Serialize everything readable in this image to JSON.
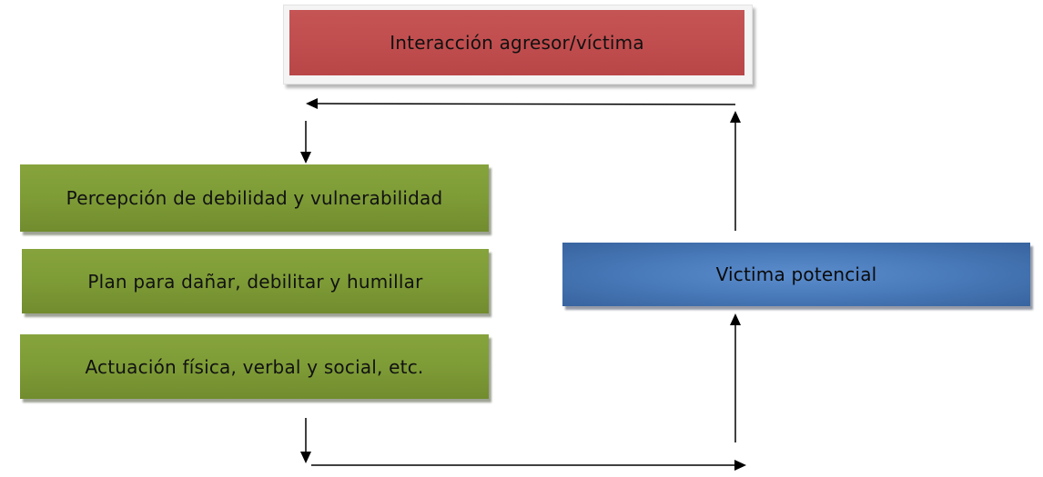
{
  "diagram": {
    "top_box": {
      "label": "Interacción agresor/víctima",
      "color": "#c14e4f"
    },
    "left_boxes": [
      {
        "label": "Percepción de debilidad y vulnerabilidad",
        "color": "#7f9d37"
      },
      {
        "label": "Plan para dañar, debilitar y humillar",
        "color": "#7f9d37"
      },
      {
        "label": "Actuación física, verbal y social, etc.",
        "color": "#7f9d37"
      }
    ],
    "right_box": {
      "label": "Victima potencial",
      "color": "#4a7bbb"
    },
    "arrow_color": "#000000"
  }
}
